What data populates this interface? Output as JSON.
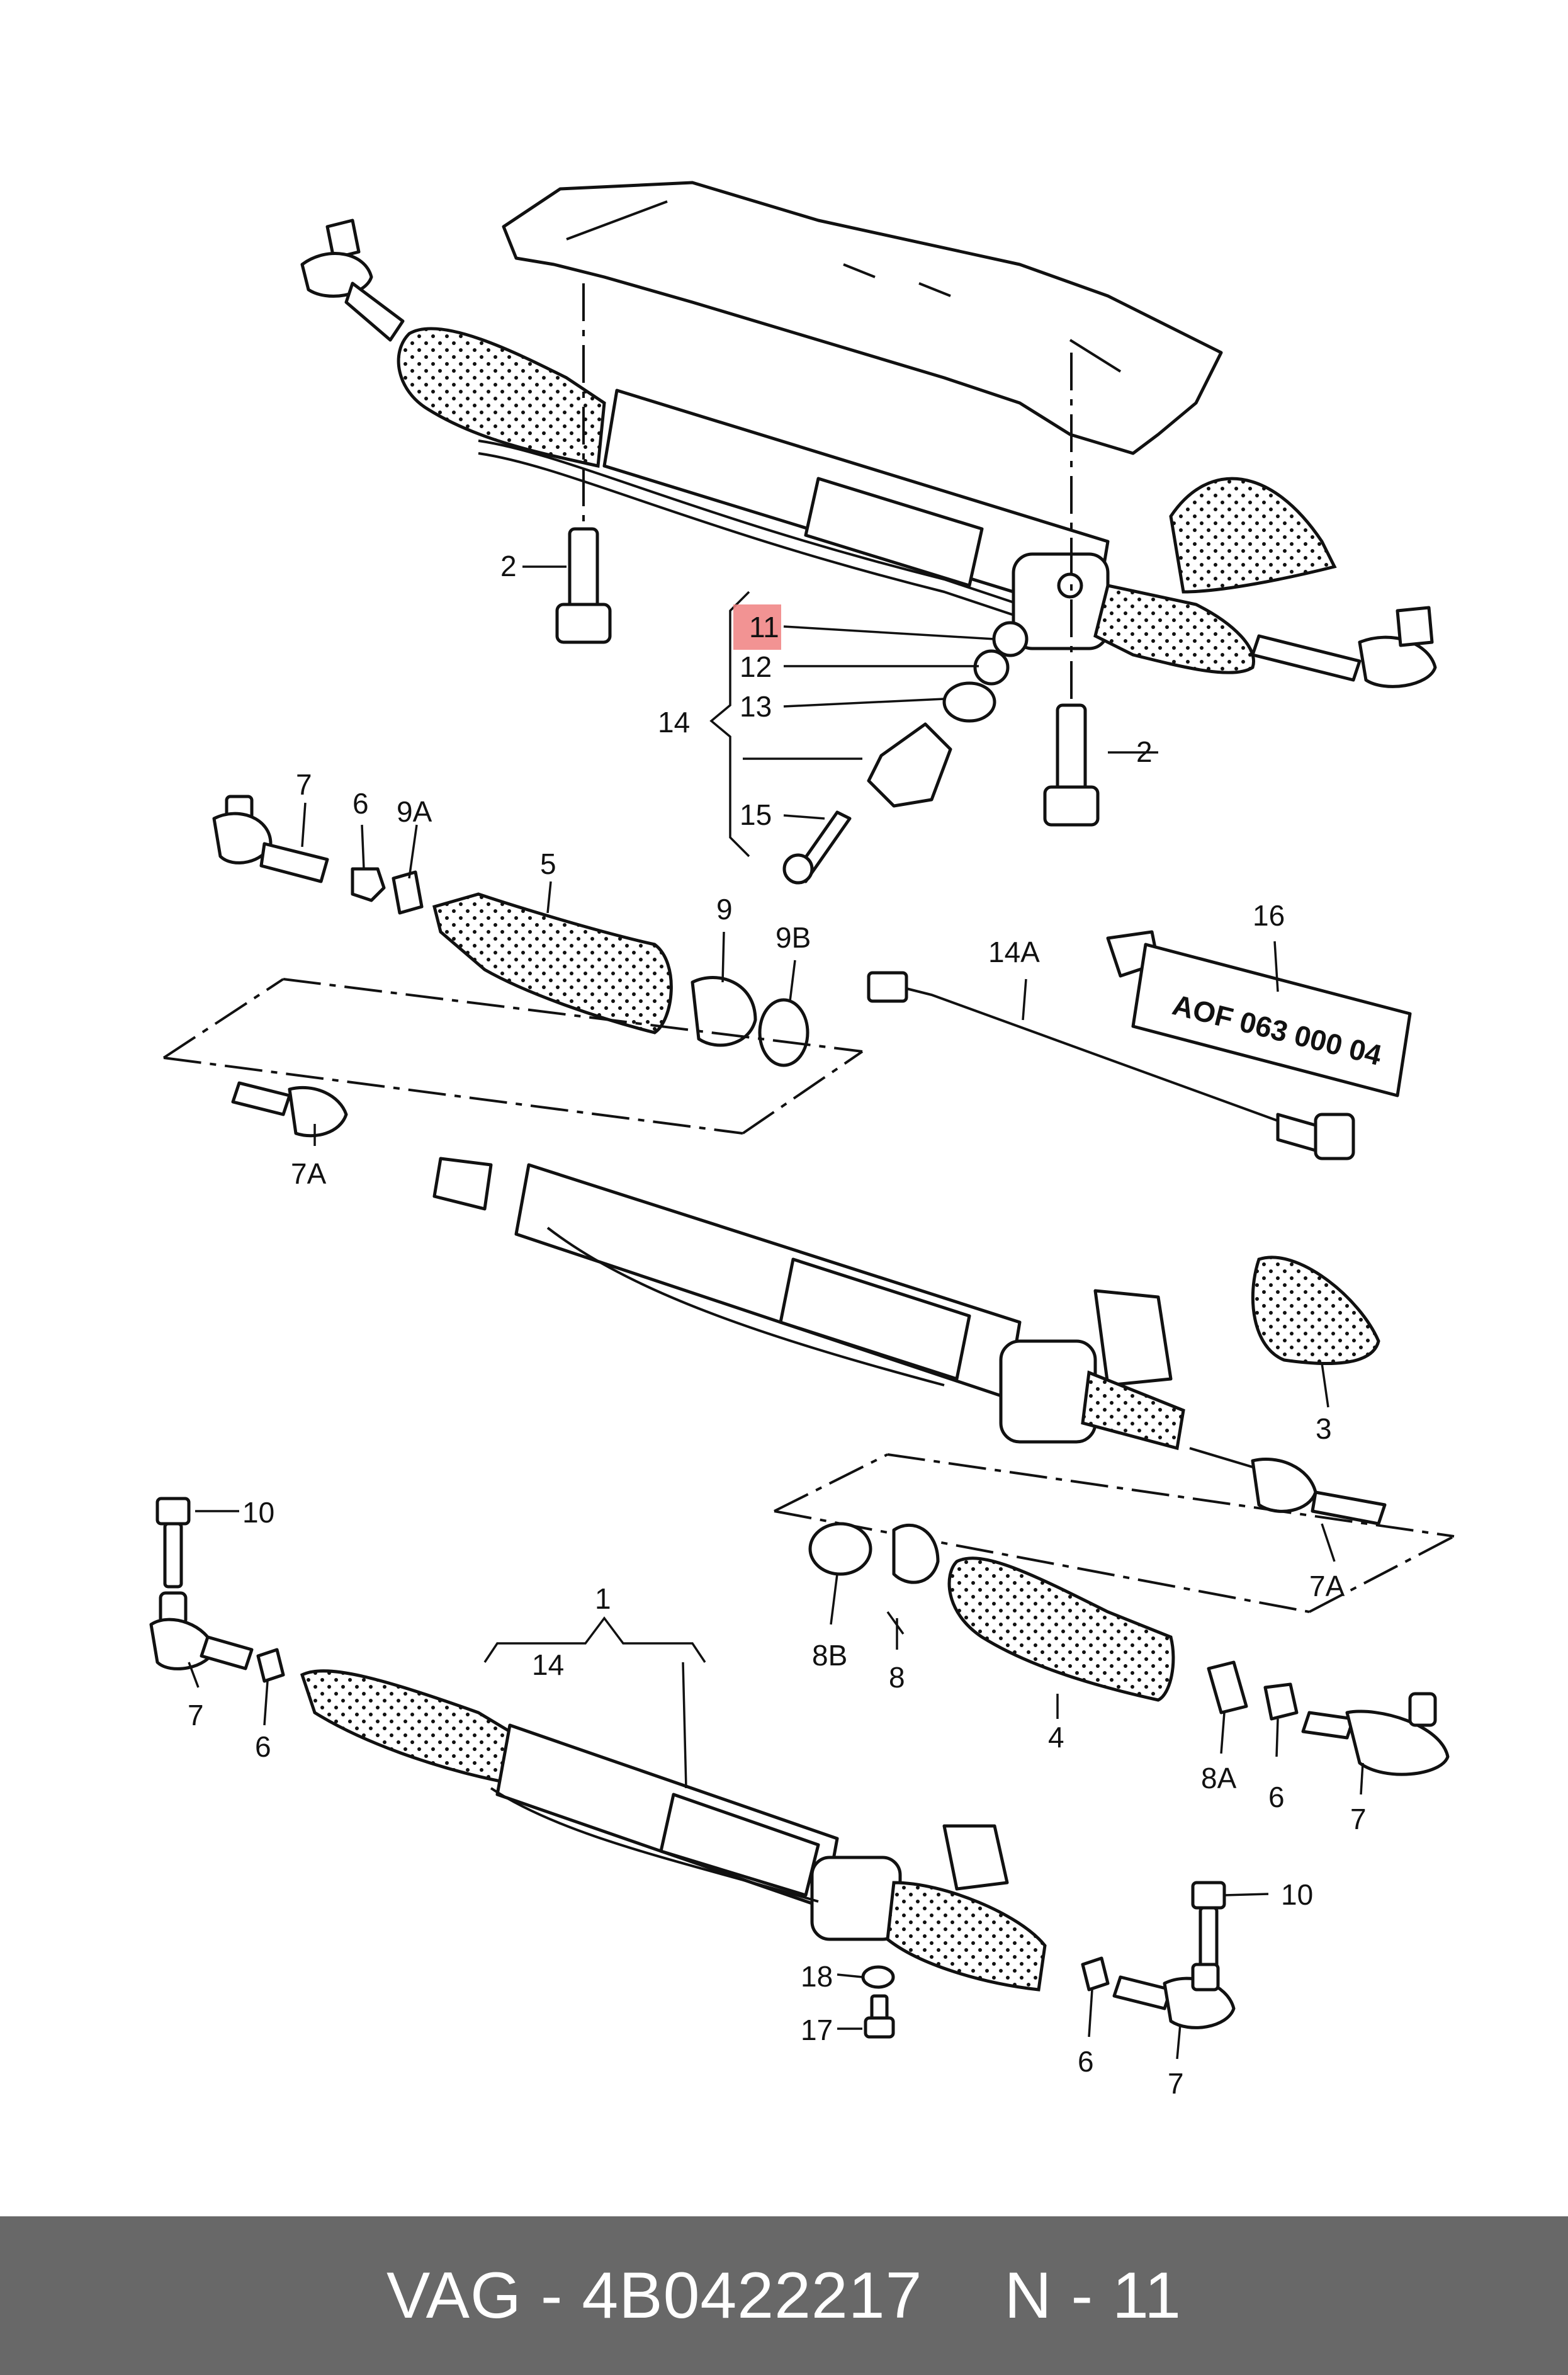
{
  "labels": {
    "l1": "1",
    "l2a": "2",
    "l2b": "2",
    "l3": "3",
    "l4": "4",
    "l5": "5",
    "l6a": "6",
    "l6b": "6",
    "l6c": "6",
    "l6d": "6",
    "l7a": "7",
    "l7b": "7",
    "l7c": "7",
    "l7d": "7",
    "l7Aa": "7A",
    "l7Ab": "7A",
    "l8": "8",
    "l8A": "8A",
    "l8B": "8B",
    "l9": "9",
    "l9A": "9A",
    "l9B": "9B",
    "l10a": "10",
    "l10b": "10",
    "l11": "11",
    "l12": "12",
    "l13": "13",
    "l14a": "14",
    "l14b": "14",
    "l14A": "14A",
    "l15": "15",
    "l16": "16",
    "l17": "17",
    "l18": "18"
  },
  "tube_text": "AOF 063 000 04",
  "highlight_color": "#f08080",
  "footer": {
    "brand_part": "VAG - 4B0422217",
    "page_ref": "N - 11"
  }
}
